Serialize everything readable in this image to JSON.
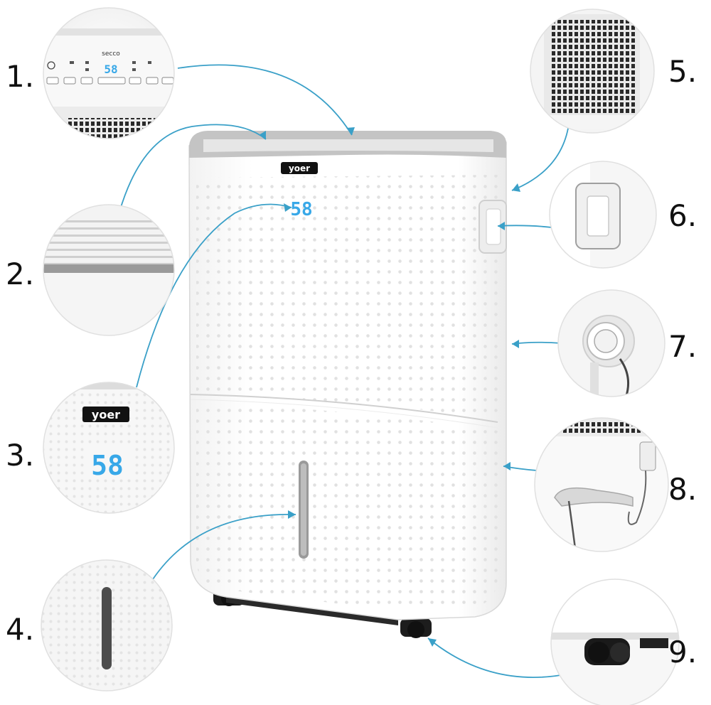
{
  "callouts": [
    {
      "label": "1."
    },
    {
      "label": "2."
    },
    {
      "label": "3."
    },
    {
      "label": "4."
    },
    {
      "label": "5."
    },
    {
      "label": "6."
    },
    {
      "label": "7."
    },
    {
      "label": "8."
    },
    {
      "label": "9."
    }
  ],
  "device": {
    "brand": "yoer",
    "display": "58",
    "panel_brand": "secco"
  },
  "colors": {
    "leader": "#3aa0c8",
    "lcd": "#38a8e8",
    "body": "#ffffff",
    "trim": "#bdbdbd"
  }
}
